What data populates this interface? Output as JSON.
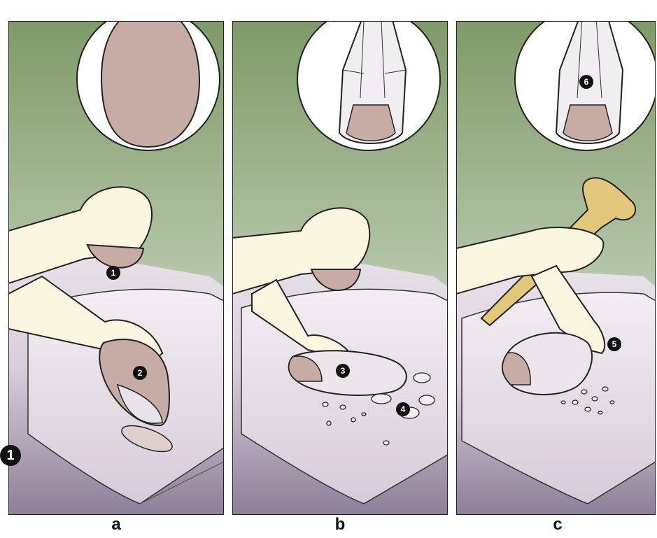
{
  "figure": {
    "figure_number": "1",
    "colors": {
      "sky_top": "#7f9a68",
      "sky_bottom": "#f3f0f4",
      "ground_top": "#eae3ea",
      "ground_bottom": "#8d7f97",
      "stone": "#c7aca5",
      "skin": "#fbf6e0",
      "antler": "#e3c77c",
      "outline": "#1a1a1a"
    }
  },
  "panels": [
    {
      "caption": "a",
      "markers": [
        {
          "label": "1",
          "icon": "hammerstone-contact-marker"
        },
        {
          "label": "2",
          "icon": "core-stone-marker"
        }
      ]
    },
    {
      "caption": "b",
      "markers": [
        {
          "label": "3",
          "icon": "flaked-core-marker"
        },
        {
          "label": "4",
          "icon": "flakes-marker"
        }
      ]
    },
    {
      "caption": "c",
      "markers": [
        {
          "label": "5",
          "icon": "retouch-flakes-marker"
        },
        {
          "label": "6",
          "icon": "finished-handaxe-marker"
        }
      ]
    }
  ]
}
